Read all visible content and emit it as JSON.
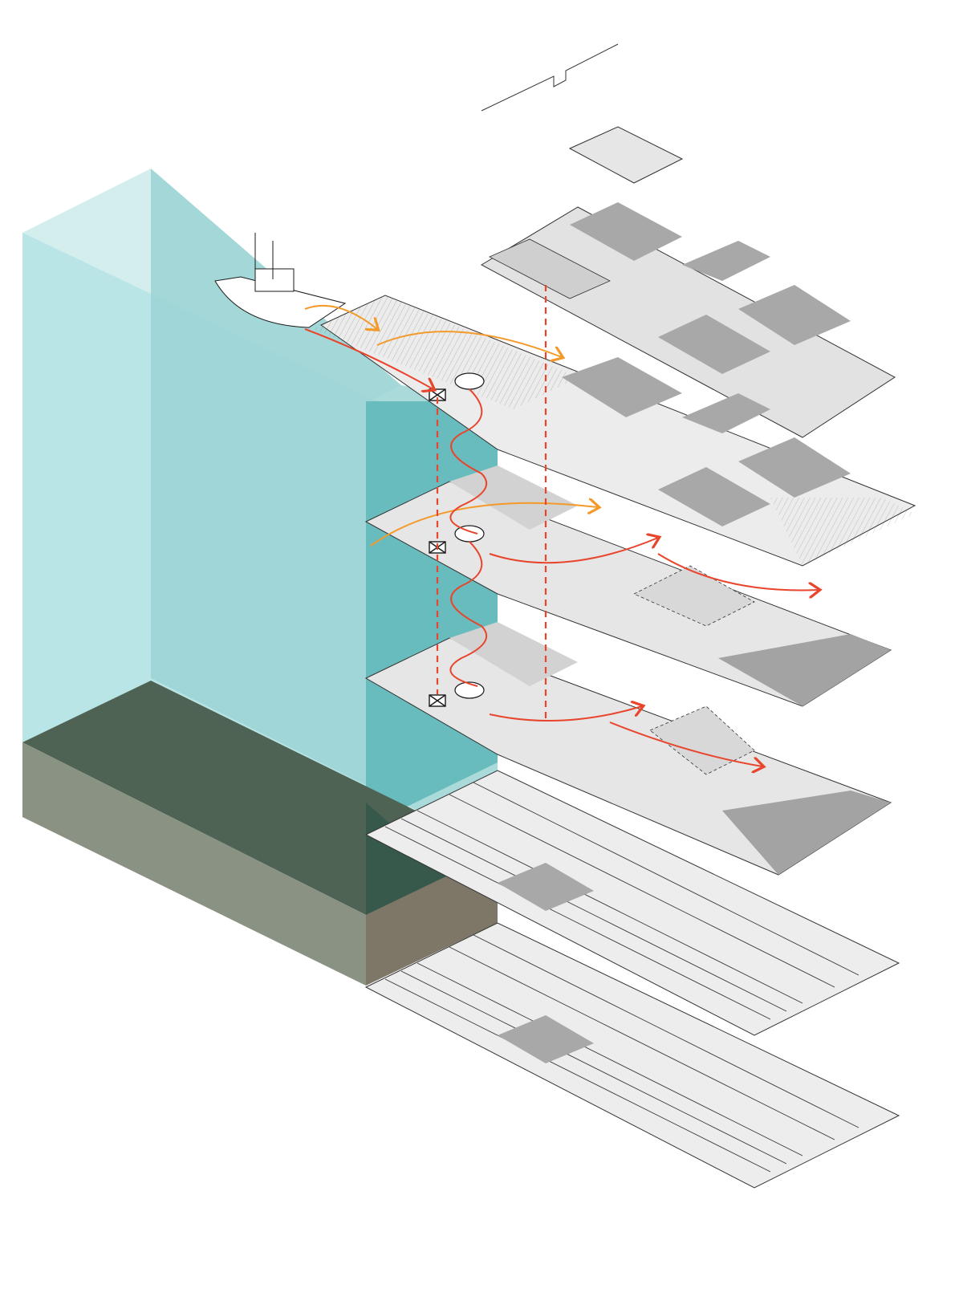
{
  "diagram": {
    "kind": "exploded axonometric section",
    "colors": {
      "water_light": "#bfe7e8",
      "water_front": "#a9dcdd",
      "water_deep": "#6bbdbe",
      "seabed_dark": "#4f6355",
      "seabed_front": "#8a9283",
      "seabed_end": "#7e7768",
      "seabed_shadow": "#34584b",
      "floor_light": "#e6e6e6",
      "floor_mid": "#d2d2d2",
      "floor_dark": "#a3a3a3",
      "line": "#1a1a1a",
      "flow_red": "#e8452c",
      "flow_orange": "#f39a2b"
    },
    "elements": {
      "boat": "fishing-boat",
      "circulation": [
        "vertical-core",
        "spiral-stair",
        "elevator-shaft"
      ],
      "flows": [
        "people-flow-arrow",
        "dock-flow-arrow",
        "vertical-movement-arrow"
      ]
    }
  }
}
